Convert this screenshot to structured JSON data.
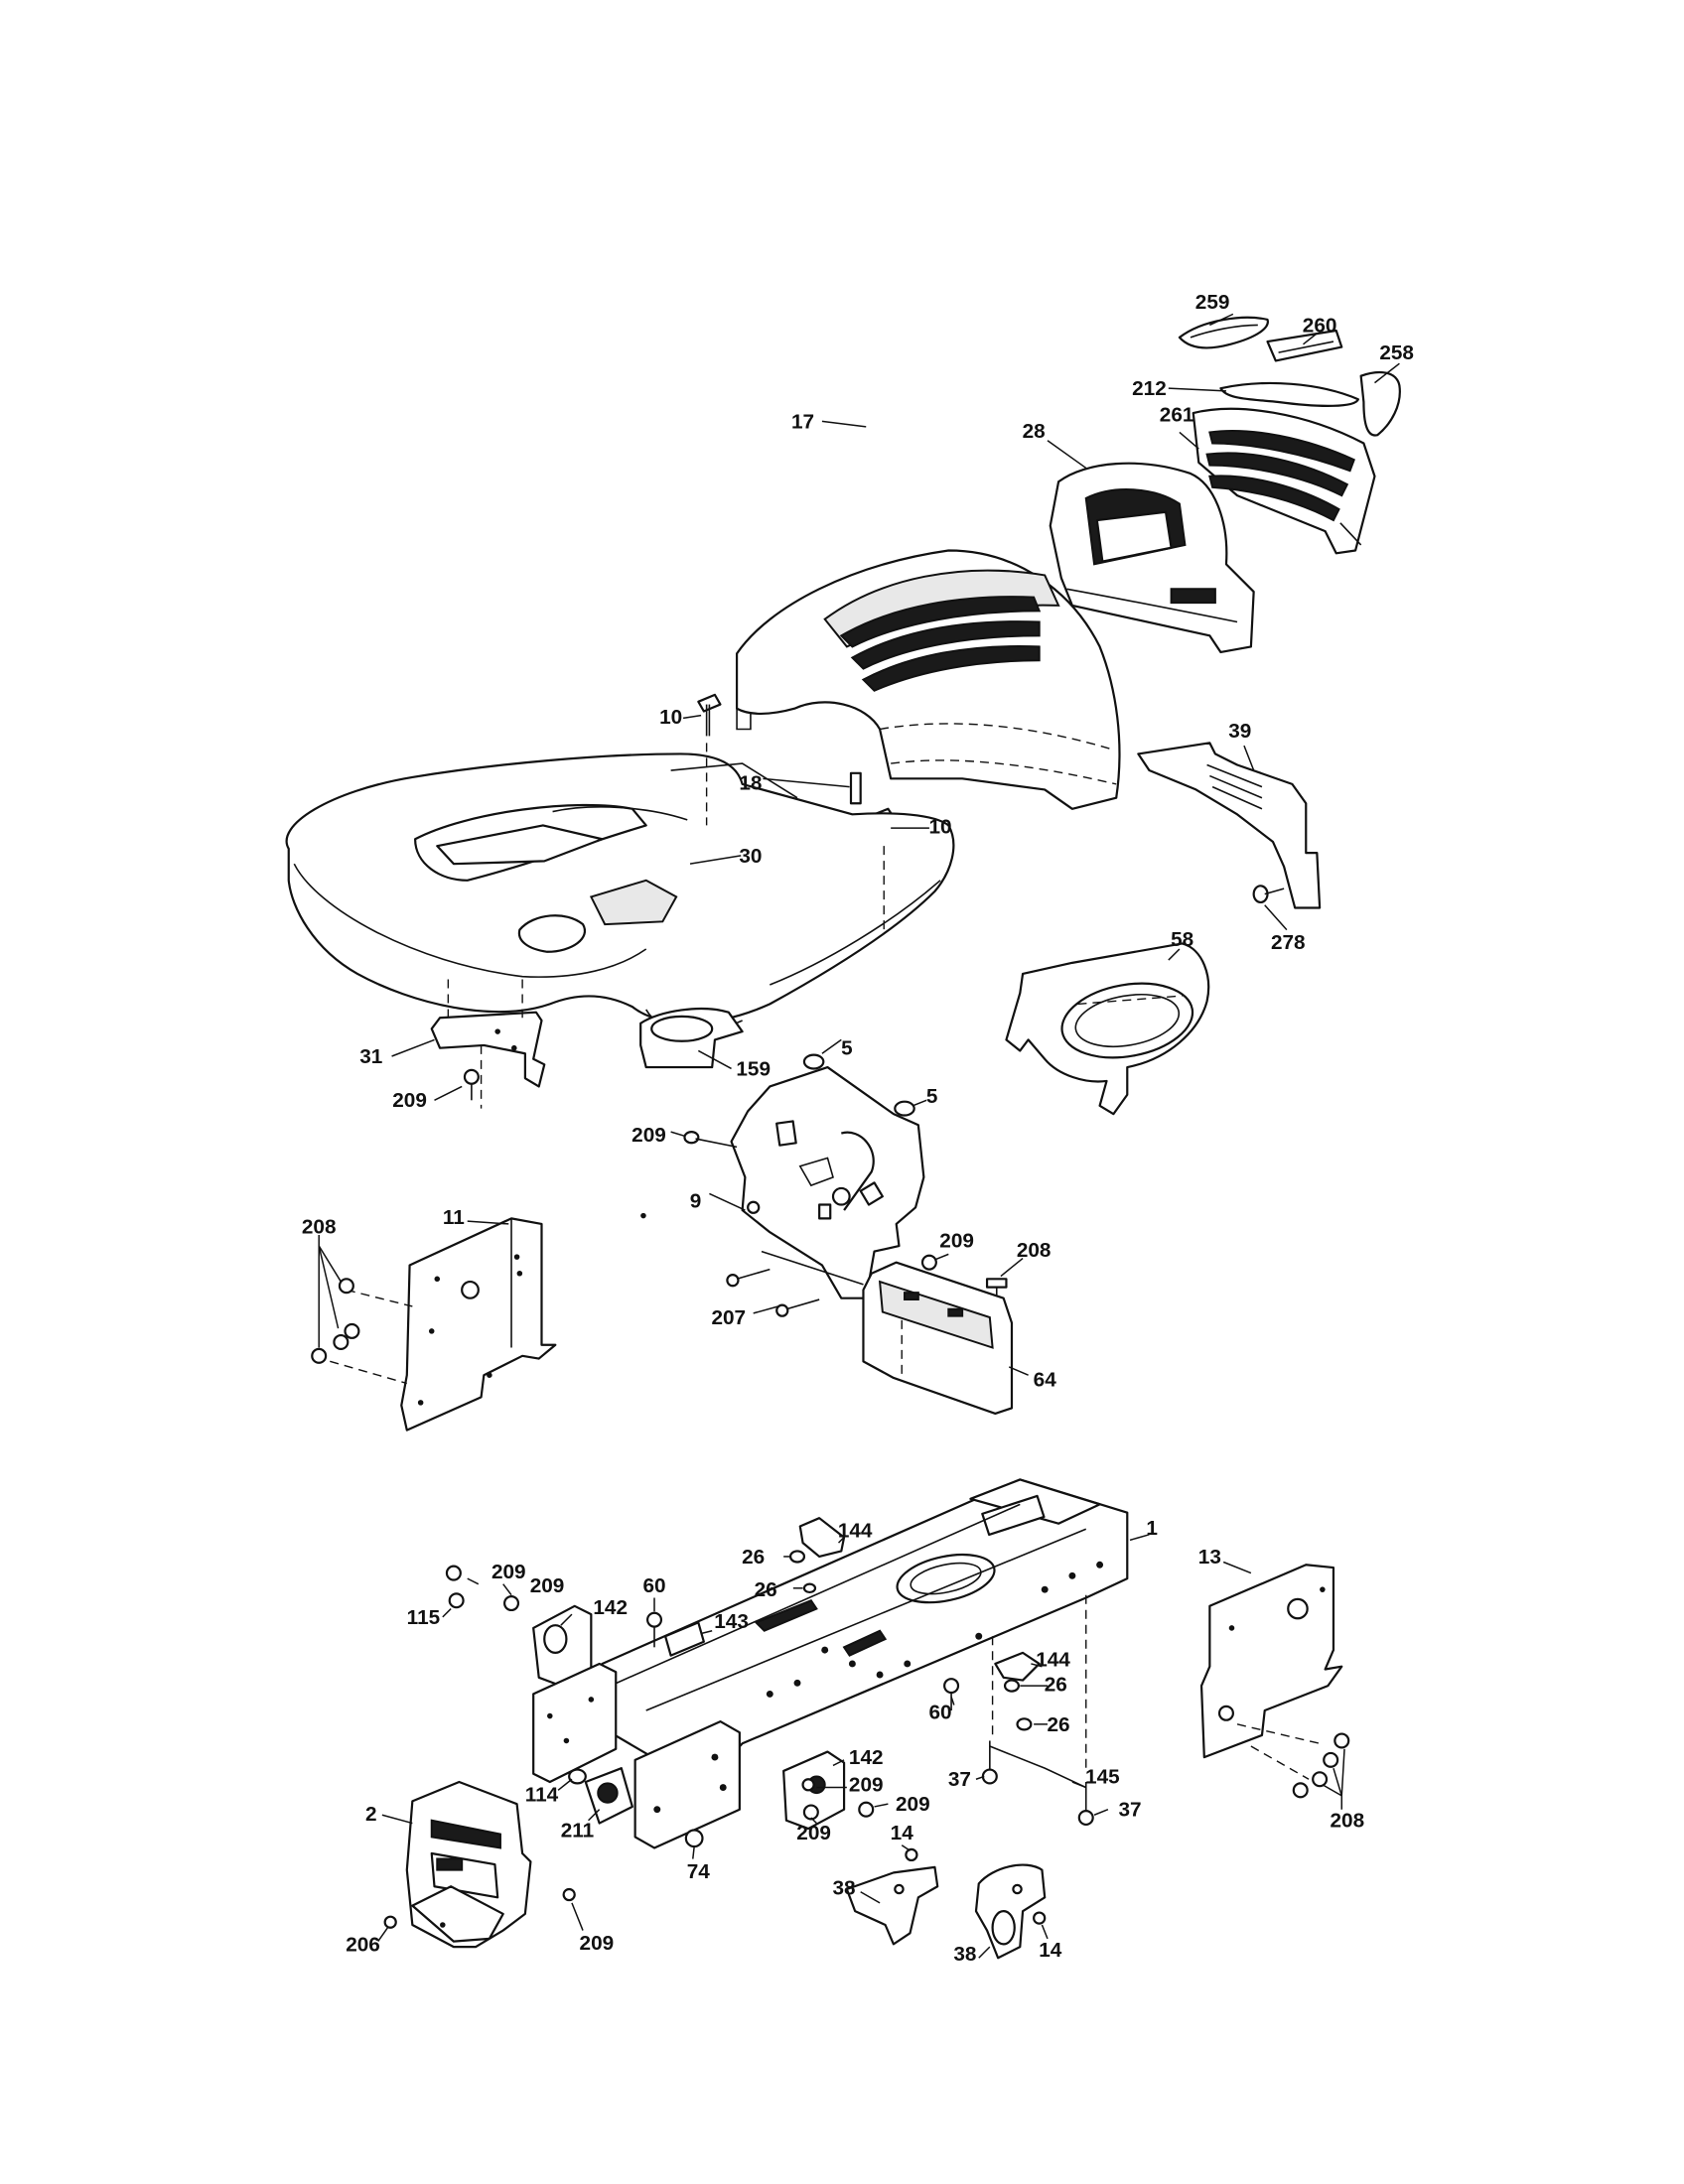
{
  "diagram": {
    "callouts": [
      {
        "id": "c259",
        "label": "259"
      },
      {
        "id": "c260",
        "label": "260"
      },
      {
        "id": "c258",
        "label": "258"
      },
      {
        "id": "c212",
        "label": "212"
      },
      {
        "id": "c261",
        "label": "261"
      },
      {
        "id": "c28",
        "label": "28"
      },
      {
        "id": "c17",
        "label": "17"
      },
      {
        "id": "c10a",
        "label": "10"
      },
      {
        "id": "c18",
        "label": "18"
      },
      {
        "id": "c10b",
        "label": "10"
      },
      {
        "id": "c30",
        "label": "30"
      },
      {
        "id": "c39",
        "label": "39"
      },
      {
        "id": "c278",
        "label": "278"
      },
      {
        "id": "c58",
        "label": "58"
      },
      {
        "id": "c31",
        "label": "31"
      },
      {
        "id": "c209a",
        "label": "209"
      },
      {
        "id": "c159",
        "label": "159"
      },
      {
        "id": "c5a",
        "label": "5"
      },
      {
        "id": "c5b",
        "label": "5"
      },
      {
        "id": "c209b",
        "label": "209"
      },
      {
        "id": "c9",
        "label": "9"
      },
      {
        "id": "c208a",
        "label": "208"
      },
      {
        "id": "c11",
        "label": "11"
      },
      {
        "id": "c209c",
        "label": "209"
      },
      {
        "id": "c208b",
        "label": "208"
      },
      {
        "id": "c207",
        "label": "207"
      },
      {
        "id": "c64",
        "label": "64"
      },
      {
        "id": "c1",
        "label": "1"
      },
      {
        "id": "c144a",
        "label": "144"
      },
      {
        "id": "c26a",
        "label": "26"
      },
      {
        "id": "c26b",
        "label": "26"
      },
      {
        "id": "c13",
        "label": "13"
      },
      {
        "id": "c209d",
        "label": "209"
      },
      {
        "id": "c209e",
        "label": "209"
      },
      {
        "id": "c115",
        "label": "115"
      },
      {
        "id": "c142a",
        "label": "142"
      },
      {
        "id": "c60a",
        "label": "60"
      },
      {
        "id": "c143",
        "label": "143"
      },
      {
        "id": "c144b",
        "label": "144"
      },
      {
        "id": "c26c",
        "label": "26"
      },
      {
        "id": "c60b",
        "label": "60"
      },
      {
        "id": "c26d",
        "label": "26"
      },
      {
        "id": "c37a",
        "label": "37"
      },
      {
        "id": "c145",
        "label": "145"
      },
      {
        "id": "c37b",
        "label": "37"
      },
      {
        "id": "c142b",
        "label": "142"
      },
      {
        "id": "c209f",
        "label": "209"
      },
      {
        "id": "c209g",
        "label": "209"
      },
      {
        "id": "c209h",
        "label": "209"
      },
      {
        "id": "c114",
        "label": "114"
      },
      {
        "id": "c211",
        "label": "211"
      },
      {
        "id": "c74",
        "label": "74"
      },
      {
        "id": "c2",
        "label": "2"
      },
      {
        "id": "c14a",
        "label": "14"
      },
      {
        "id": "c38a",
        "label": "38"
      },
      {
        "id": "c38b",
        "label": "38"
      },
      {
        "id": "c14b",
        "label": "14"
      },
      {
        "id": "c206",
        "label": "206"
      },
      {
        "id": "c209i",
        "label": "209"
      },
      {
        "id": "c208c",
        "label": "208"
      }
    ]
  }
}
